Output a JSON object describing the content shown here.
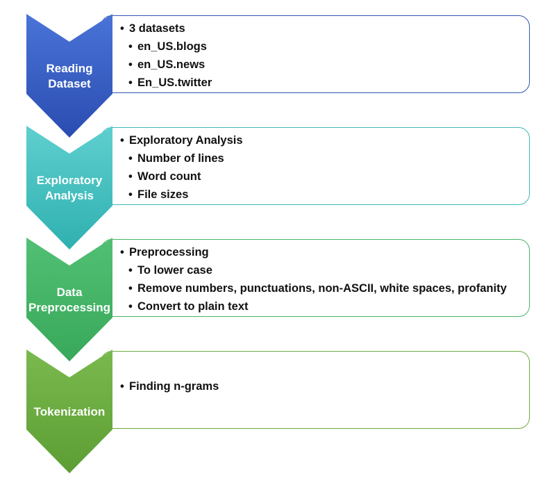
{
  "stages": [
    {
      "label": "Reading\nDataset",
      "color_top": "#4a74d8",
      "color_bottom": "#2a4cb0",
      "border": "#2f55b4",
      "items": [
        {
          "text": "3 datasets",
          "level": 0
        },
        {
          "text": "en_US.blogs",
          "level": 1
        },
        {
          "text": "en_US.news",
          "level": 1
        },
        {
          "text": "En_US.twitter",
          "level": 1
        }
      ]
    },
    {
      "label": "Exploratory\nAnalysis",
      "color_top": "#5fcfcf",
      "color_bottom": "#2fb0b0",
      "border": "#3fb8b8",
      "items": [
        {
          "text": "Exploratory Analysis",
          "level": 0
        },
        {
          "text": "Number of lines",
          "level": 1
        },
        {
          "text": "Word count",
          "level": 1
        },
        {
          "text": "File sizes",
          "level": 1
        }
      ]
    },
    {
      "label": "Data\nPreprocessing",
      "color_top": "#52c074",
      "color_bottom": "#38a85a",
      "border": "#45b467",
      "items": [
        {
          "text": "Preprocessing",
          "level": 0
        },
        {
          "text": "To lower case",
          "level": 1
        },
        {
          "text": "Remove numbers, punctuations, non-ASCII, white spaces, profanity",
          "level": 1
        },
        {
          "text": "Convert to plain text",
          "level": 1
        }
      ]
    },
    {
      "label": "Tokenization",
      "color_top": "#79b94e",
      "color_bottom": "#5d9e34",
      "border": "#6aac40",
      "items": [
        {
          "text": "Finding n-grams",
          "level": 0
        }
      ]
    }
  ]
}
